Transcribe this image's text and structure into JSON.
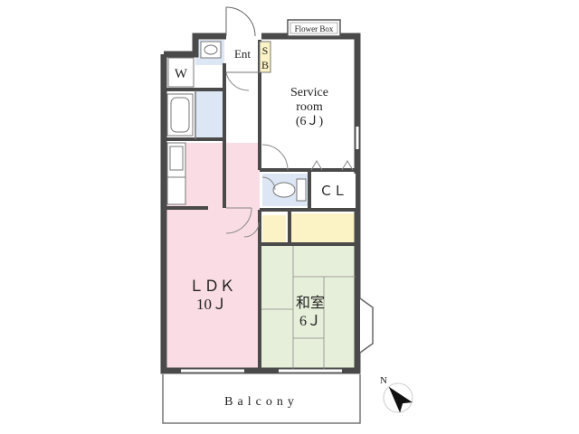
{
  "rooms": {
    "flower_box": "Flower Box",
    "entrance": "Ent",
    "shoe_box": [
      "S",
      "B"
    ],
    "washer": "W",
    "service_room": [
      "Service",
      "room",
      "(6Ｊ)"
    ],
    "closet": "ＣＬ",
    "ldk": [
      "ＬＤＫ",
      "10Ｊ"
    ],
    "washitsu": [
      "和室",
      "6Ｊ"
    ],
    "balcony": "Balcony",
    "north": "N"
  },
  "colors": {
    "wall": "#4a4a4a",
    "ldk": "#f9dce4",
    "washitsu": "#e6efd9",
    "closet": "#fbf3c6",
    "wet": "#dce6f4",
    "floor": "#ffffff"
  }
}
